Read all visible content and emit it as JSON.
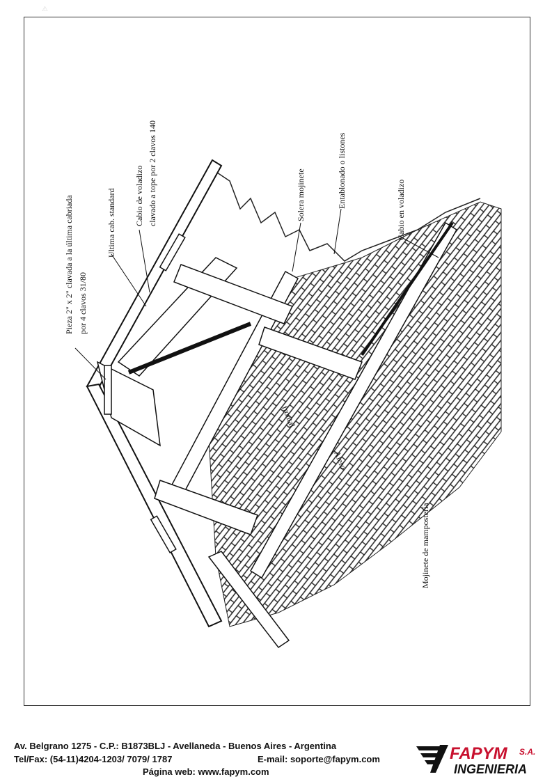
{
  "drawing": {
    "labels": {
      "pieza": "Pieza 2\" x 2\" clavada a la última cabriada",
      "pieza2": "por 4 clavos 31/80",
      "ultima": "Ultima cab. standard",
      "cabio_voladizo": "Cabio de voladizo",
      "clavado": "clavado a tope por 2 clavos 140",
      "solera": "Solera mojinete",
      "entablonado": "Entablonado o listones",
      "cabio_en_voladizo": "Cabio en voladizo",
      "mojinete": "Mojinete de mampostería",
      "frontal": "frontal",
      "alero": "Alero"
    }
  },
  "footer": {
    "address": "Av. Belgrano 1275 - C.P.: B1873BLJ - Avellaneda - Buenos Aires - Argentina",
    "telfax": "Tel/Fax: (54-11)4204-1203/ 7079/ 1787",
    "email": "E-mail: soporte@fapym.com",
    "web": "Página web: www.fapym.com"
  },
  "logo": {
    "name": "FAPYM",
    "suffix": "S.A.",
    "sub": "INGENIERIA",
    "color": "#c8102e"
  },
  "watermark": "www.fapym.com"
}
